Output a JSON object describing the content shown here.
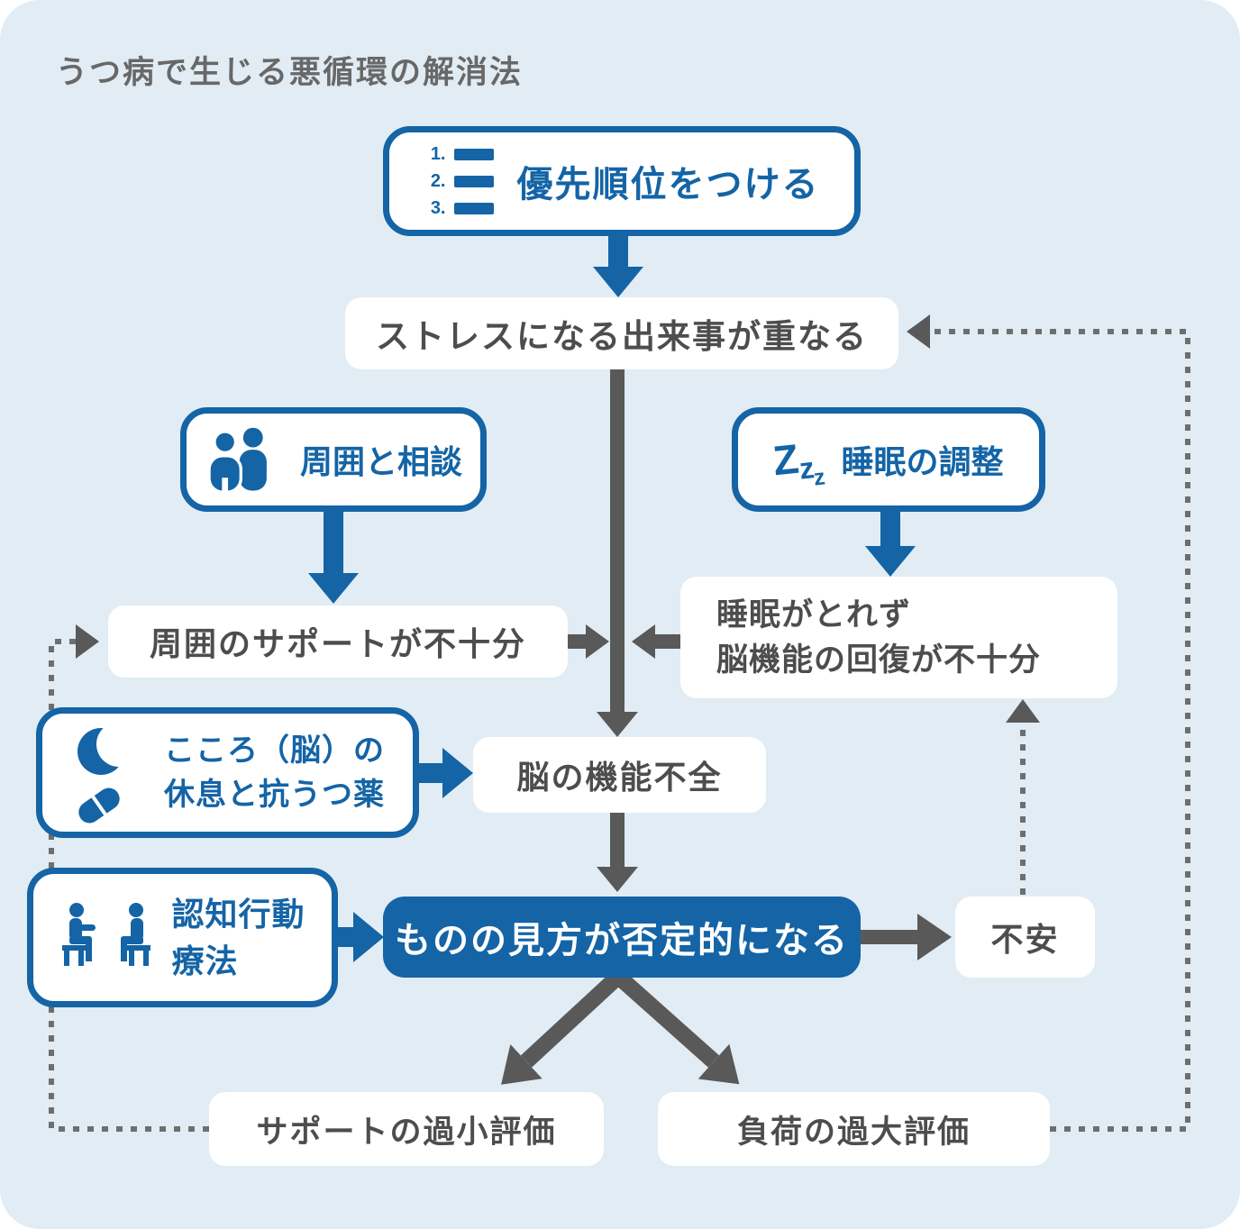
{
  "title": "うつ病で生じる悪循環の解消法",
  "colors": {
    "accent_blue": "#1464a6",
    "arrow_gray": "#595959",
    "dotted_gray": "#6e6e6e",
    "background": "#e1ecf4",
    "text_gray": "#4d4d4d"
  },
  "solutions": {
    "priority": {
      "label": "優先順位をつける",
      "icon": "numbered-list-icon",
      "numbers": [
        "1.",
        "2.",
        "3."
      ]
    },
    "consult": {
      "label": "周囲と相談",
      "icon": "two-people-icon"
    },
    "sleep": {
      "label": "睡眠の調整",
      "icon": "zzz-icon",
      "z": [
        "Z",
        "z",
        "z"
      ]
    },
    "rest": {
      "line1": "こころ（脳）の",
      "line2": "休息と抗うつ薬",
      "icon1": "moon-icon",
      "icon2": "pill-icon"
    },
    "cbt": {
      "line1": "認知行動",
      "line2": "療法",
      "icon": "counseling-icon"
    }
  },
  "cycle": {
    "stress": "ストレスになる出来事が重なる",
    "support": "周囲のサポートが不十分",
    "sleepless_line1": "睡眠がとれず",
    "sleepless_line2": "脳機能の回復が不十分",
    "brain": "脳の機能不全",
    "negative": "ものの見方が否定的になる",
    "anxiety": "不安",
    "underestimate": "サポートの過小評価",
    "overestimate": "負荷の過大評価"
  }
}
